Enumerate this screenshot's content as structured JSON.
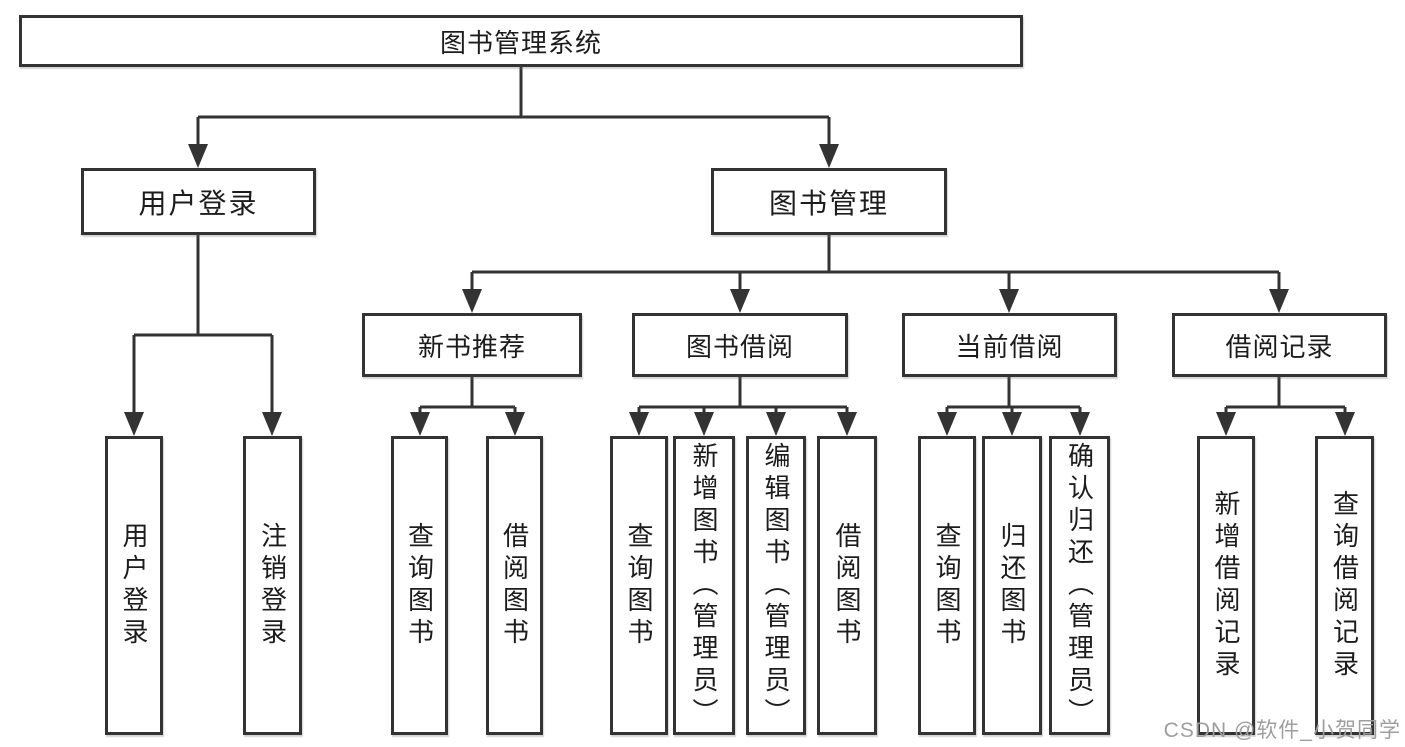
{
  "tree": {
    "label": "图书管理系统",
    "children": [
      {
        "label": "用户登录",
        "children": [
          {
            "label": "用户登录"
          },
          {
            "label": "注销登录"
          }
        ]
      },
      {
        "label": "图书管理",
        "children": [
          {
            "label": "新书推荐",
            "children": [
              {
                "label": "查询图书"
              },
              {
                "label": "借阅图书"
              }
            ]
          },
          {
            "label": "图书借阅",
            "children": [
              {
                "label": "查询图书"
              },
              {
                "label": "新增图书（管理员）"
              },
              {
                "label": "编辑图书（管理员）"
              },
              {
                "label": "借阅图书"
              }
            ]
          },
          {
            "label": "当前借阅",
            "children": [
              {
                "label": "查询图书"
              },
              {
                "label": "归还图书"
              },
              {
                "label": "确认归还（管理员）"
              }
            ]
          },
          {
            "label": "借阅记录",
            "children": [
              {
                "label": "新增借阅记录"
              },
              {
                "label": "查询借阅记录"
              }
            ]
          }
        ]
      }
    ]
  },
  "watermark": "CSDN @软件_小贺同学",
  "colors": {
    "line": "#333333",
    "box_border": "#333333",
    "text": "#1c1c1c",
    "watermark": "#9e9e9e",
    "background": "#ffffff"
  }
}
